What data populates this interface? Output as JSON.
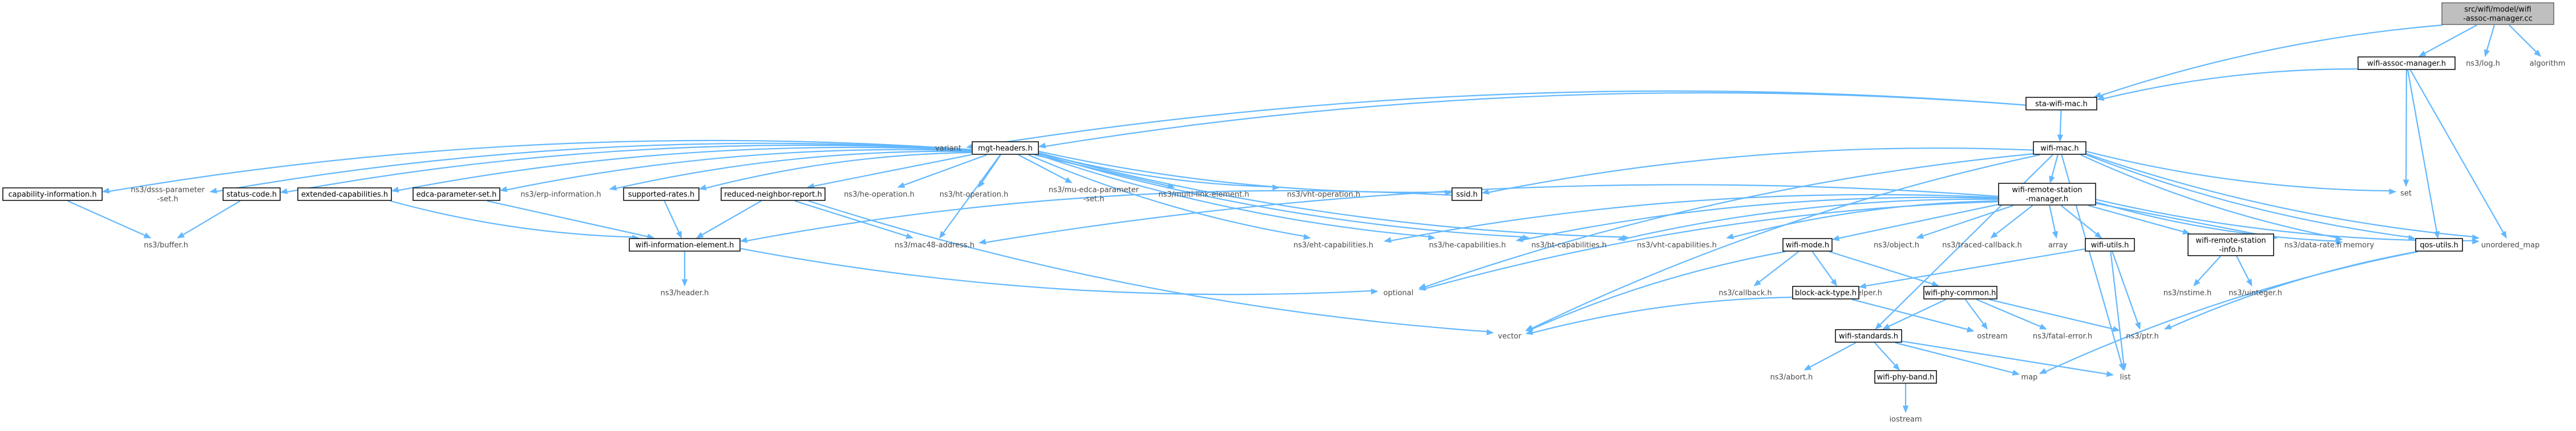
{
  "nodes": [
    {
      "id": "root",
      "lines": [
        "src/wifi/model/wifi",
        "-assoc-manager.cc"
      ],
      "kind": "root"
    },
    {
      "id": "wam",
      "lines": [
        "wifi-assoc-manager.h"
      ],
      "kind": "doc"
    },
    {
      "id": "nslog",
      "lines": [
        "ns3/log.h"
      ],
      "kind": "ext"
    },
    {
      "id": "algo",
      "lines": [
        "algorithm"
      ],
      "kind": "ext"
    },
    {
      "id": "sta",
      "lines": [
        "sta-wifi-mac.h"
      ],
      "kind": "doc"
    },
    {
      "id": "variant",
      "lines": [
        "variant"
      ],
      "kind": "ext"
    },
    {
      "id": "mgt",
      "lines": [
        "mgt-headers.h"
      ],
      "kind": "doc"
    },
    {
      "id": "wifimac",
      "lines": [
        "wifi-mac.h"
      ],
      "kind": "doc"
    },
    {
      "id": "set",
      "lines": [
        "set"
      ],
      "kind": "ext"
    },
    {
      "id": "umap",
      "lines": [
        "unordered_map"
      ],
      "kind": "ext"
    },
    {
      "id": "capinfo",
      "lines": [
        "capability-information.h"
      ],
      "kind": "doc"
    },
    {
      "id": "dsss",
      "lines": [
        "ns3/dsss-parameter",
        "-set.h"
      ],
      "kind": "ext"
    },
    {
      "id": "status",
      "lines": [
        "status-code.h"
      ],
      "kind": "doc"
    },
    {
      "id": "extcap",
      "lines": [
        "extended-capabilities.h"
      ],
      "kind": "doc"
    },
    {
      "id": "edca",
      "lines": [
        "edca-parameter-set.h"
      ],
      "kind": "doc"
    },
    {
      "id": "erp",
      "lines": [
        "ns3/erp-information.h"
      ],
      "kind": "ext"
    },
    {
      "id": "suprates",
      "lines": [
        "supported-rates.h"
      ],
      "kind": "doc"
    },
    {
      "id": "rnr",
      "lines": [
        "reduced-neighbor-report.h"
      ],
      "kind": "doc"
    },
    {
      "id": "heop",
      "lines": [
        "ns3/he-operation.h"
      ],
      "kind": "ext"
    },
    {
      "id": "htop",
      "lines": [
        "ns3/ht-operation.h"
      ],
      "kind": "ext"
    },
    {
      "id": "muedca",
      "lines": [
        "ns3/mu-edca-parameter",
        "-set.h"
      ],
      "kind": "ext"
    },
    {
      "id": "mle",
      "lines": [
        "ns3/multi-link-element.h"
      ],
      "kind": "ext"
    },
    {
      "id": "vhtop",
      "lines": [
        "ns3/vht-operation.h"
      ],
      "kind": "ext"
    },
    {
      "id": "ssid",
      "lines": [
        "ssid.h"
      ],
      "kind": "doc"
    },
    {
      "id": "wrsm",
      "lines": [
        "wifi-remote-station",
        "-manager.h"
      ],
      "kind": "doc"
    },
    {
      "id": "buffer",
      "lines": [
        "ns3/buffer.h"
      ],
      "kind": "ext"
    },
    {
      "id": "wie",
      "lines": [
        "wifi-information-element.h"
      ],
      "kind": "doc"
    },
    {
      "id": "mac48",
      "lines": [
        "ns3/mac48-address.h"
      ],
      "kind": "ext"
    },
    {
      "id": "ehtcap",
      "lines": [
        "ns3/eht-capabilities.h"
      ],
      "kind": "ext"
    },
    {
      "id": "hecap",
      "lines": [
        "ns3/he-capabilities.h"
      ],
      "kind": "ext"
    },
    {
      "id": "htcap",
      "lines": [
        "ns3/ht-capabilities.h"
      ],
      "kind": "ext"
    },
    {
      "id": "vhtcap",
      "lines": [
        "ns3/vht-capabilities.h"
      ],
      "kind": "ext"
    },
    {
      "id": "wmode",
      "lines": [
        "wifi-mode.h"
      ],
      "kind": "doc"
    },
    {
      "id": "object",
      "lines": [
        "ns3/object.h"
      ],
      "kind": "ext"
    },
    {
      "id": "traced",
      "lines": [
        "ns3/traced-callback.h"
      ],
      "kind": "ext"
    },
    {
      "id": "array",
      "lines": [
        "array"
      ],
      "kind": "ext"
    },
    {
      "id": "wutils",
      "lines": [
        "wifi-utils.h"
      ],
      "kind": "doc"
    },
    {
      "id": "wrsi",
      "lines": [
        "wifi-remote-station",
        "-info.h"
      ],
      "kind": "doc"
    },
    {
      "id": "datarate",
      "lines": [
        "ns3/data-rate.h"
      ],
      "kind": "ext"
    },
    {
      "id": "memory",
      "lines": [
        "memory"
      ],
      "kind": "ext"
    },
    {
      "id": "qos",
      "lines": [
        "qos-utils.h"
      ],
      "kind": "doc"
    },
    {
      "id": "header",
      "lines": [
        "ns3/header.h"
      ],
      "kind": "ext"
    },
    {
      "id": "optional",
      "lines": [
        "optional"
      ],
      "kind": "ext"
    },
    {
      "id": "callback",
      "lines": [
        "ns3/callback.h"
      ],
      "kind": "ext"
    },
    {
      "id": "attrh",
      "lines": [
        "ns3/attribute-helper.h"
      ],
      "kind": "ext"
    },
    {
      "id": "wpc",
      "lines": [
        "wifi-phy-common.h"
      ],
      "kind": "doc"
    },
    {
      "id": "nstime",
      "lines": [
        "ns3/nstime.h"
      ],
      "kind": "ext"
    },
    {
      "id": "uinteger",
      "lines": [
        "ns3/uinteger.h"
      ],
      "kind": "ext"
    },
    {
      "id": "bat",
      "lines": [
        "block-ack-type.h"
      ],
      "kind": "doc"
    },
    {
      "id": "vector",
      "lines": [
        "vector"
      ],
      "kind": "ext"
    },
    {
      "id": "ostream",
      "lines": [
        "ostream"
      ],
      "kind": "ext"
    },
    {
      "id": "fatal",
      "lines": [
        "ns3/fatal-error.h"
      ],
      "kind": "ext"
    },
    {
      "id": "ptr",
      "lines": [
        "ns3/ptr.h"
      ],
      "kind": "ext"
    },
    {
      "id": "wstd",
      "lines": [
        "wifi-standards.h"
      ],
      "kind": "doc"
    },
    {
      "id": "abort",
      "lines": [
        "ns3/abort.h"
      ],
      "kind": "ext"
    },
    {
      "id": "wpb",
      "lines": [
        "wifi-phy-band.h"
      ],
      "kind": "doc"
    },
    {
      "id": "map",
      "lines": [
        "map"
      ],
      "kind": "ext"
    },
    {
      "id": "list",
      "lines": [
        "list"
      ],
      "kind": "ext"
    },
    {
      "id": "iostream",
      "lines": [
        "iostream"
      ],
      "kind": "ext"
    }
  ],
  "edges": [
    [
      "root",
      "wam"
    ],
    [
      "root",
      "nslog"
    ],
    [
      "root",
      "algo"
    ],
    [
      "root",
      "sta"
    ],
    [
      "wam",
      "sta"
    ],
    [
      "wam",
      "set"
    ],
    [
      "wam",
      "umap"
    ],
    [
      "wam",
      "qos"
    ],
    [
      "sta",
      "variant"
    ],
    [
      "sta",
      "mgt"
    ],
    [
      "sta",
      "wifimac"
    ],
    [
      "mgt",
      "capinfo"
    ],
    [
      "mgt",
      "dsss"
    ],
    [
      "mgt",
      "status"
    ],
    [
      "mgt",
      "extcap"
    ],
    [
      "mgt",
      "edca"
    ],
    [
      "mgt",
      "erp"
    ],
    [
      "mgt",
      "suprates"
    ],
    [
      "mgt",
      "rnr"
    ],
    [
      "mgt",
      "heop"
    ],
    [
      "mgt",
      "htop"
    ],
    [
      "mgt",
      "muedca"
    ],
    [
      "mgt",
      "mle"
    ],
    [
      "mgt",
      "vhtop"
    ],
    [
      "mgt",
      "ssid"
    ],
    [
      "mgt",
      "mac48"
    ],
    [
      "mgt",
      "ehtcap"
    ],
    [
      "mgt",
      "hecap"
    ],
    [
      "mgt",
      "htcap"
    ],
    [
      "mgt",
      "vhtcap"
    ],
    [
      "wifimac",
      "ssid"
    ],
    [
      "wifimac",
      "wrsm"
    ],
    [
      "wifimac",
      "qos"
    ],
    [
      "wifimac",
      "set"
    ],
    [
      "wifimac",
      "umap"
    ],
    [
      "wifimac",
      "memory"
    ],
    [
      "wifimac",
      "optional"
    ],
    [
      "wifimac",
      "vector"
    ],
    [
      "wifimac",
      "list"
    ],
    [
      "wifimac",
      "wstd"
    ],
    [
      "capinfo",
      "buffer"
    ],
    [
      "status",
      "buffer"
    ],
    [
      "extcap",
      "wie"
    ],
    [
      "edca",
      "wie"
    ],
    [
      "suprates",
      "wie"
    ],
    [
      "rnr",
      "wie"
    ],
    [
      "rnr",
      "mac48"
    ],
    [
      "rnr",
      "vector"
    ],
    [
      "ssid",
      "wie"
    ],
    [
      "wie",
      "header"
    ],
    [
      "wie",
      "optional"
    ],
    [
      "wrsm",
      "mac48"
    ],
    [
      "wrsm",
      "ehtcap"
    ],
    [
      "wrsm",
      "hecap"
    ],
    [
      "wrsm",
      "htcap"
    ],
    [
      "wrsm",
      "vhtcap"
    ],
    [
      "wrsm",
      "wmode"
    ],
    [
      "wrsm",
      "object"
    ],
    [
      "wrsm",
      "traced"
    ],
    [
      "wrsm",
      "array"
    ],
    [
      "wrsm",
      "wutils"
    ],
    [
      "wrsm",
      "wrsi"
    ],
    [
      "wrsm",
      "datarate"
    ],
    [
      "wrsm",
      "memory"
    ],
    [
      "wrsm",
      "umap"
    ],
    [
      "wrsm",
      "optional"
    ],
    [
      "wmode",
      "callback"
    ],
    [
      "wmode",
      "attrh"
    ],
    [
      "wmode",
      "wpc"
    ],
    [
      "wmode",
      "vector"
    ],
    [
      "wutils",
      "bat"
    ],
    [
      "wutils",
      "ptr"
    ],
    [
      "wutils",
      "list"
    ],
    [
      "wrsi",
      "nstime"
    ],
    [
      "wrsi",
      "uinteger"
    ],
    [
      "qos",
      "ptr"
    ],
    [
      "qos",
      "map"
    ],
    [
      "bat",
      "ostream"
    ],
    [
      "bat",
      "vector"
    ],
    [
      "wpc",
      "wstd"
    ],
    [
      "wpc",
      "ostream"
    ],
    [
      "wpc",
      "fatal"
    ],
    [
      "wpc",
      "ptr"
    ],
    [
      "wstd",
      "abort"
    ],
    [
      "wstd",
      "wpb"
    ],
    [
      "wstd",
      "map"
    ],
    [
      "wstd",
      "list"
    ],
    [
      "wpb",
      "iostream"
    ]
  ]
}
